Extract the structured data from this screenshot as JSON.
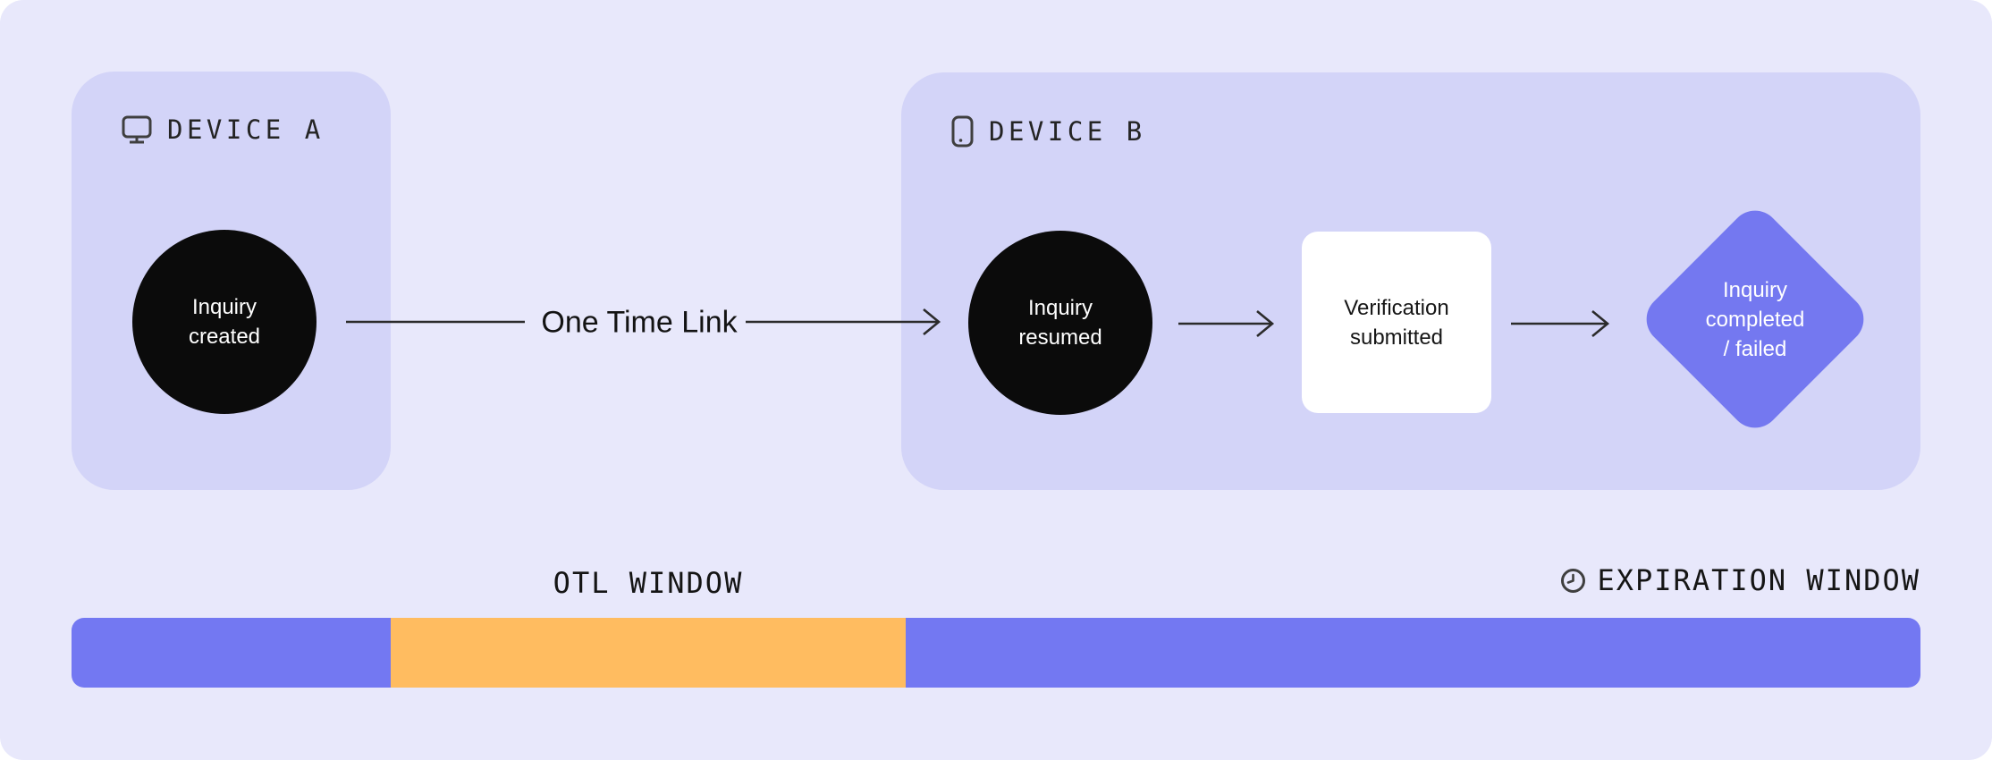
{
  "device_a_panel": {
    "title": "DEVICE A",
    "icon": "desktop-monitor",
    "node_inquiry_created": {
      "line1": "Inquiry",
      "line2": "created"
    }
  },
  "link": {
    "label": "One Time Link"
  },
  "device_b_panel": {
    "title": "DEVICE B",
    "icon": "mobile-phone",
    "node_inquiry_resumed": {
      "line1": "Inquiry",
      "line2": "resumed"
    },
    "node_verification_submitted": {
      "line1": "Verification",
      "line2": "submitted"
    },
    "node_inquiry_completed_failed": {
      "line1": "Inquiry",
      "line2": "completed",
      "line3": "/ failed"
    }
  },
  "timeline": {
    "otl_window_label": "OTL WINDOW",
    "expiration_window_label": "EXPIRATION WINDOW",
    "expiration_icon": "clock",
    "bar_segments": [
      {
        "name": "before-otl",
        "color": "#7378F2",
        "width_pct": 17.26
      },
      {
        "name": "otl-window",
        "color": "#FFBC60",
        "width_pct": 27.85
      },
      {
        "name": "expiration-window",
        "color": "#7378F2",
        "width_pct": 54.89
      }
    ]
  },
  "colors": {
    "canvas_bg": "#E8E8FB",
    "panel_bg": "#D3D4F8",
    "node_black": "#0B0B0B",
    "node_white_box": "#FFFFFF",
    "diamond_purple": "#7478F0",
    "bar_purple": "#7378F2",
    "bar_orange": "#FFBC60",
    "arrow": "#2B2B2B",
    "text_dark": "#1E1E1E"
  }
}
